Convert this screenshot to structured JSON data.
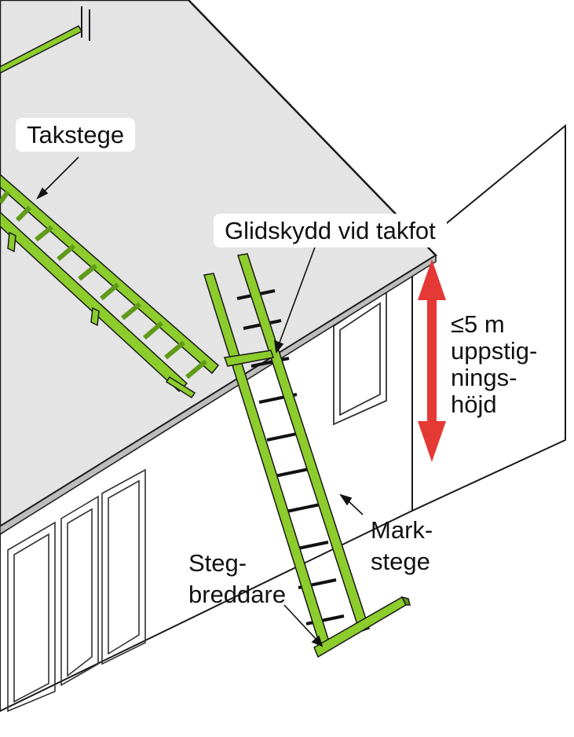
{
  "labels": {
    "takstege": "Takstege",
    "glidskydd": "Glidskydd vid takfot",
    "height_line1": "≤5 m",
    "height_line2": "uppstig-",
    "height_line3": "nings-",
    "height_line4": "höjd",
    "markstege_line1": "Mark-",
    "markstege_line2": "stege",
    "stegbreddare_line1": "Steg-",
    "stegbreddare_line2": "breddare"
  },
  "colors": {
    "ladder_green": "#8ccc2c",
    "ladder_dark_green": "#5f9a18",
    "roof_gray": "#e4e4e4",
    "wall_white": "#ffffff",
    "outline": "#1a1a1a",
    "arrow_red": "#e53935"
  }
}
